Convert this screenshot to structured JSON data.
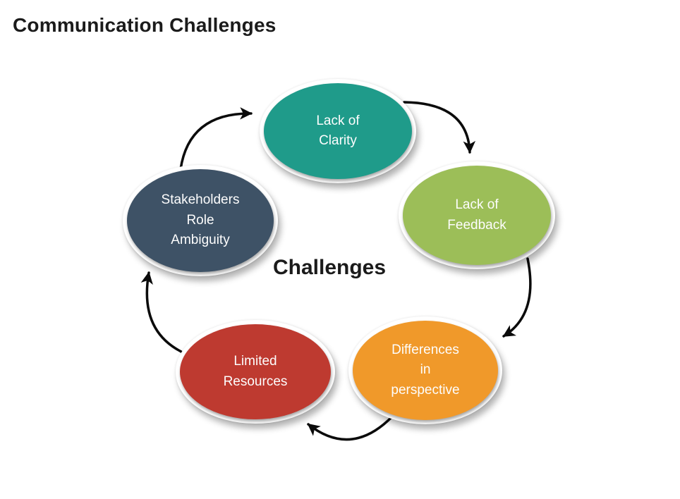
{
  "title": "Communication Challenges",
  "center_label": "Challenges",
  "colors": {
    "background": "#ffffff",
    "title_text": "#1b1b1b",
    "node_text": "#fdfdfd",
    "arrow": "#0b0b0b",
    "node_ring": "#ffffff"
  },
  "nodes": [
    {
      "id": "lack-of-clarity",
      "label": "Lack of\nClarity",
      "color": "#1f9b8a"
    },
    {
      "id": "lack-of-feedback",
      "label": "Lack of\nFeedback",
      "color": "#9cbe58"
    },
    {
      "id": "differences-in-perspective",
      "label": "Differences\nin\nperspective",
      "color": "#f0992a"
    },
    {
      "id": "limited-resources",
      "label": "Limited\nResources",
      "color": "#be3a30"
    },
    {
      "id": "stakeholders-role-ambiguity",
      "label": "Stakeholders\nRole\nAmbiguity",
      "color": "#3e5266"
    }
  ],
  "connections": [
    {
      "from": "stakeholders-role-ambiguity",
      "to": "lack-of-clarity"
    },
    {
      "from": "lack-of-clarity",
      "to": "lack-of-feedback"
    },
    {
      "from": "lack-of-feedback",
      "to": "differences-in-perspective"
    },
    {
      "from": "differences-in-perspective",
      "to": "limited-resources"
    },
    {
      "from": "limited-resources",
      "to": "stakeholders-role-ambiguity"
    }
  ]
}
